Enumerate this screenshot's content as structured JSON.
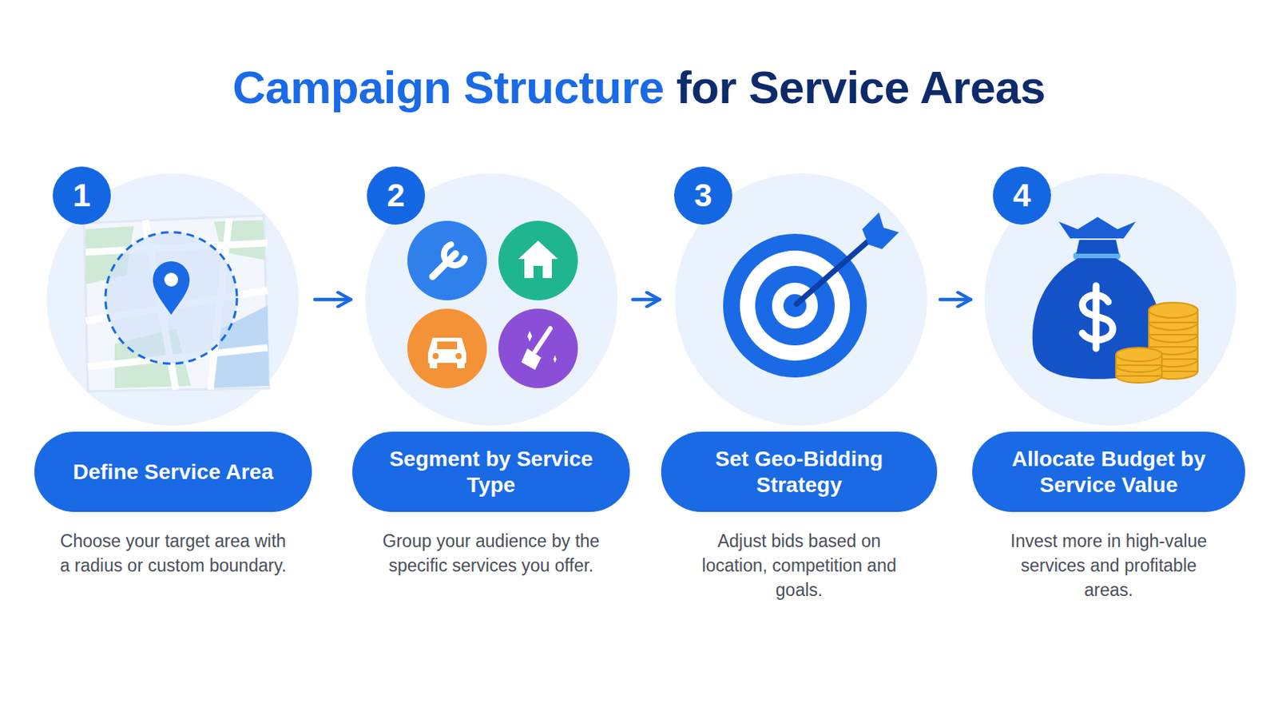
{
  "diagram": {
    "title": "Campaign Structure for Service Areas",
    "nodes": [
      {
        "text": [
          "1"
        ]
      },
      {
        "text": [
          "Define Service Area",
          "Choose your target area with a radius or custom boundary."
        ]
      },
      {
        "text": [
          "2"
        ]
      },
      {
        "text": [
          "Segment by Service Type",
          "Group your audience by the specific services you offer."
        ]
      },
      {
        "text": [
          "3"
        ]
      },
      {
        "text": [
          "Set Geo-Bidding Strategy",
          "Adjust bids based on location, competition and goals."
        ]
      },
      {
        "text": [
          "4"
        ]
      },
      {
        "text": [
          "Allocate Budget by Service Value",
          "Invest more in high-value services and profitable areas."
        ]
      }
    ],
    "edges": [
      {
        "from": 1,
        "to": 3,
        "arrow": "to"
      },
      {
        "from": 3,
        "to": 5,
        "arrow": "to"
      },
      {
        "from": 5,
        "to": 7,
        "arrow": "to"
      }
    ]
  }
}
